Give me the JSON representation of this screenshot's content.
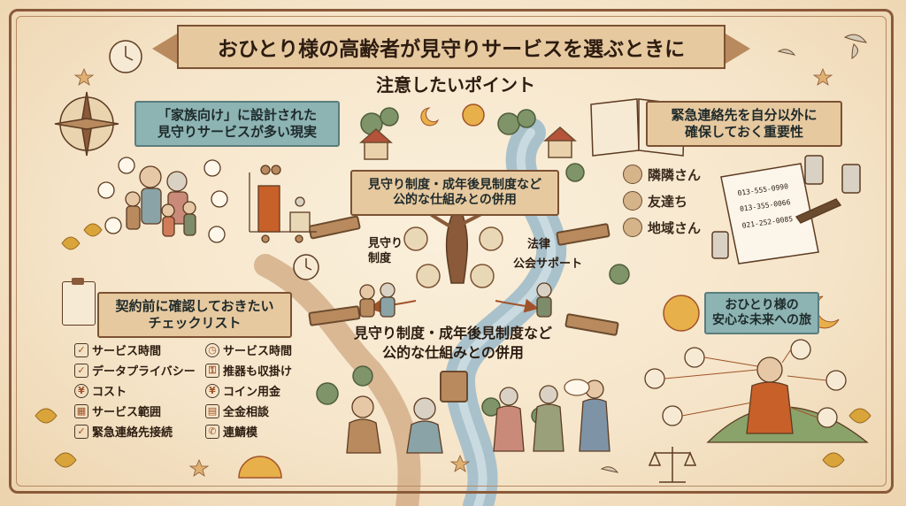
{
  "title": "おひとり様の高齢者が見守りサービスを選ぶときに",
  "subtitle": "注意したいポイント",
  "sections": {
    "family": {
      "line1": "「家族向け」に設計された",
      "line2": "見守りサービスが多い現実"
    },
    "public": {
      "line1": "見守り制度・成年後見制度など",
      "line2": "公的な仕組みとの併用"
    },
    "emergency": {
      "line1": "緊急連絡先を自分以外に",
      "line2": "確保しておく重要性"
    },
    "checklist": {
      "line1": "契約前に確認しておきたい",
      "line2": "チェックリスト"
    },
    "future": {
      "line1": "おひとり様の",
      "line2": "安心な未来への旅"
    }
  },
  "tree": {
    "left_label_1": "見守り",
    "left_label_2": "制度",
    "right_label_1": "法律",
    "right_label_2": "公会サポート"
  },
  "center_caption": {
    "line1": "見守り制度・成年後見制度など",
    "line2": "公的な仕組みとの併用"
  },
  "contacts": [
    "隣隣さん",
    "友達ち",
    "地域さん"
  ],
  "phone_numbers": [
    "013-555-0990",
    "013-355-0066",
    "021-252-0085"
  ],
  "checklist_left": [
    {
      "icon": "check",
      "label": "サービス時間"
    },
    {
      "icon": "check",
      "label": "データプライバシー"
    },
    {
      "icon": "coin",
      "label": "コスト"
    },
    {
      "icon": "map",
      "label": "サービス範囲"
    },
    {
      "icon": "check",
      "label": "緊急連絡先接続"
    }
  ],
  "checklist_right": [
    {
      "icon": "clock",
      "label": "サービス時間"
    },
    {
      "icon": "lock",
      "label": "推器も収掛け"
    },
    {
      "icon": "coin",
      "label": "コイン用金"
    },
    {
      "icon": "money",
      "label": "全金相談"
    },
    {
      "icon": "phone",
      "label": "連鯖模"
    }
  ],
  "icon_glyphs": {
    "check": "✓",
    "coin": "¥",
    "map": "▦",
    "clock": "◷",
    "lock": "⚿",
    "money": "▤",
    "phone": "✆"
  },
  "colors": {
    "banner": "#e7c9a0",
    "label": "#8db3b3",
    "border": "#8a5a3a",
    "river": "#9fb8c4",
    "path": "#c9a07a",
    "bar": "#c8602a"
  }
}
